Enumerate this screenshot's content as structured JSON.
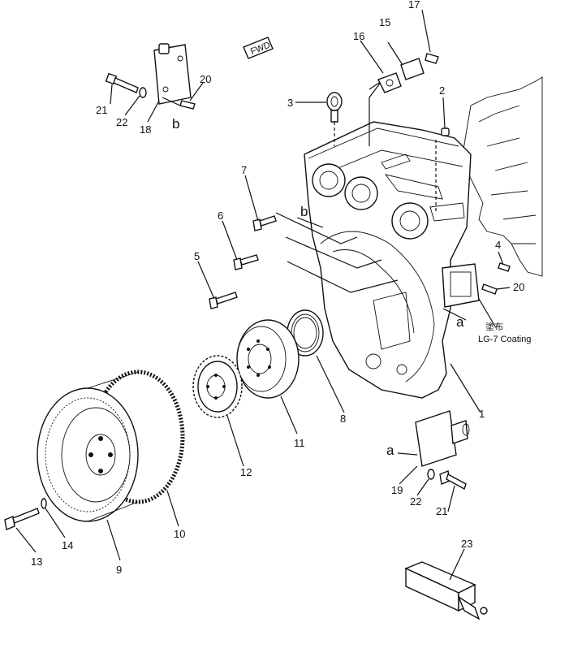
{
  "diagram": {
    "fwd_tag": "FWD",
    "coating_note_jp": "塗布",
    "coating_note": "LG-7 Coating",
    "callouts": {
      "n1": "1",
      "n2": "2",
      "n3": "3",
      "n4": "4",
      "n5": "5",
      "n6": "6",
      "n7": "7",
      "n8": "8",
      "n9": "9",
      "n10": "10",
      "n11": "11",
      "n12": "12",
      "n13": "13",
      "n14": "14",
      "n15": "15",
      "n16": "16",
      "n17": "17",
      "n18": "18",
      "n19": "19",
      "n20a": "20",
      "n20b": "20",
      "n21a": "21",
      "n21b": "21",
      "n22a": "22",
      "n22b": "22",
      "n23": "23"
    },
    "markers": {
      "a1": "a",
      "a2": "a",
      "b1": "b",
      "b2": "b"
    }
  }
}
